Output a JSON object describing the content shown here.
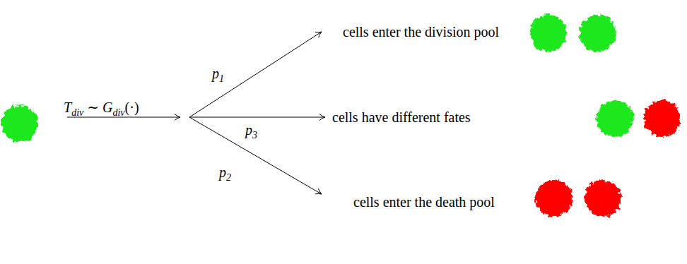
{
  "diagram": {
    "labels": [
      "T",
      "div",
      "∼",
      "G",
      "div",
      "(·)",
      "cells enter the division pool",
      "p",
      "1",
      "cells have different fates",
      "p",
      "3",
      "p",
      "2",
      "cells enter the death pool"
    ]
  }
}
